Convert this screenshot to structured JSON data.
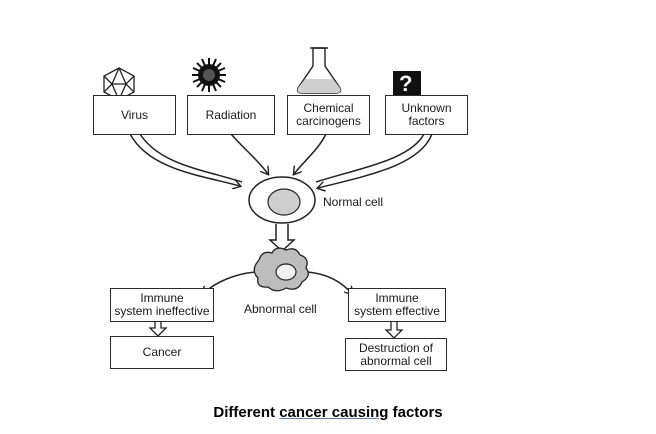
{
  "causes": {
    "virus": "Virus",
    "radiation": "Radiation",
    "chemical_line1": "Chemical",
    "chemical_line2": "carcinogens",
    "unknown_line1": "Unknown",
    "unknown_line2": "factors",
    "question_mark": "?"
  },
  "cells": {
    "normal": "Normal cell",
    "abnormal": "Abnormal cell"
  },
  "outcomes": {
    "ineffective_line1": "Immune",
    "ineffective_line2": "system ineffective",
    "effective_line1": "Immune",
    "effective_line2": "system effective",
    "cancer": "Cancer",
    "destruction_line1": "Destruction of",
    "destruction_line2": "abnormal cell"
  },
  "caption": {
    "pre": "Different ",
    "underlined": "cancer causing",
    "post": " factors"
  },
  "icons": [
    "virus-icon",
    "radiation-icon",
    "flask-icon",
    "question-icon",
    "normal-cell-icon",
    "abnormal-cell-icon"
  ]
}
